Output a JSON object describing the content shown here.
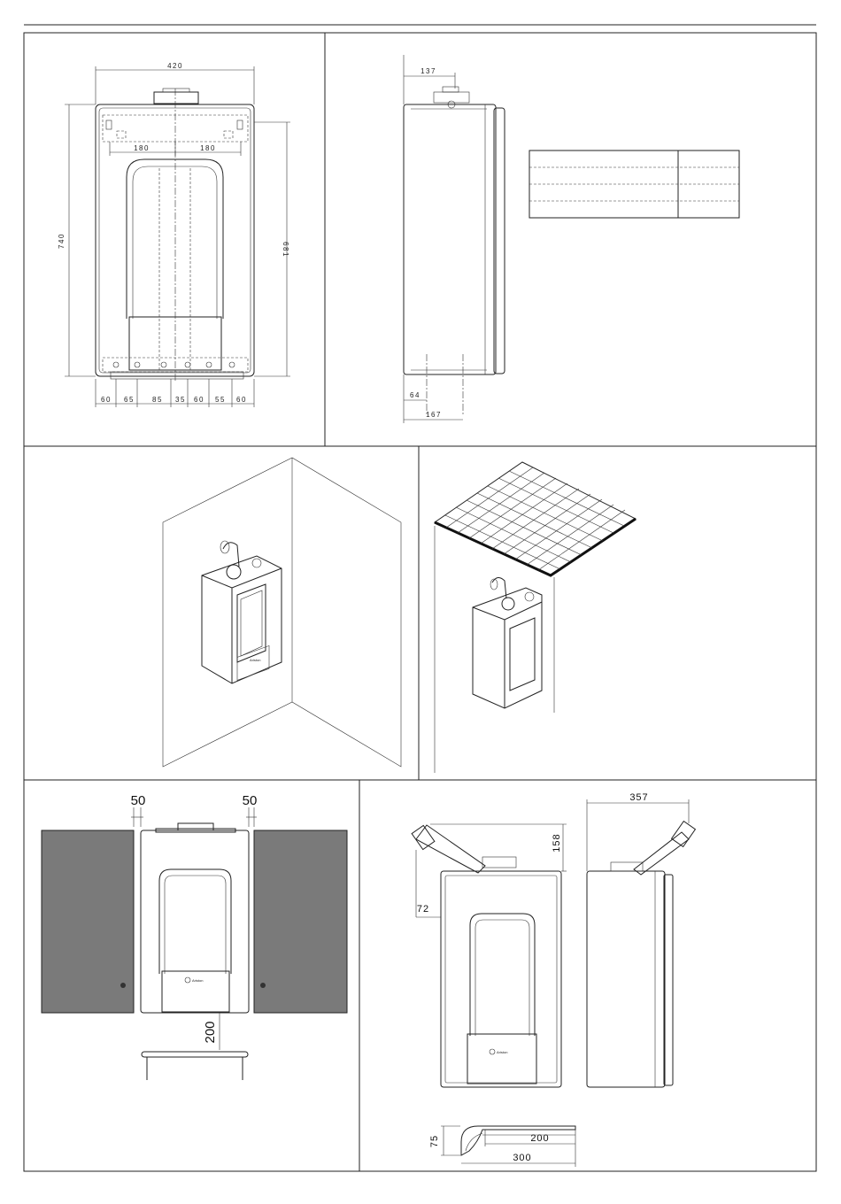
{
  "panel_front": {
    "width_dim": "420",
    "height_dim": "740",
    "inner_height_dim": "681",
    "bracket_left_dim": "180",
    "bracket_right_dim": "180",
    "bottom_dims": [
      "60",
      "65",
      "85",
      "35",
      "60",
      "55",
      "60"
    ]
  },
  "panel_side": {
    "top_dim": "137",
    "bottom_dim_1": "64",
    "bottom_dim_2": "167",
    "table_rows": [
      "",
      "",
      ""
    ]
  },
  "panel_clearance": {
    "left_gap": "50",
    "right_gap": "50",
    "bottom_gap": "200",
    "brand_label": "Ariston"
  },
  "panel_flue": {
    "depth_dim": "357",
    "height_dim": "158",
    "offset_dim": "72",
    "bend_height_dim": "75",
    "bend_len_1": "200",
    "bend_len_2": "300",
    "brand_label": "Ariston"
  }
}
